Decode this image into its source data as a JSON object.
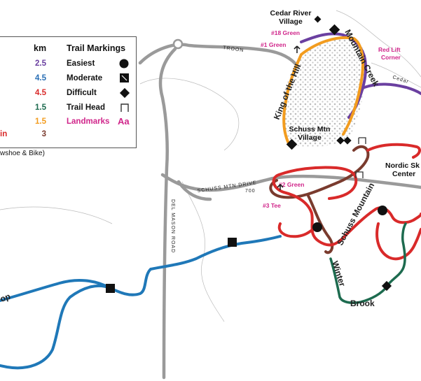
{
  "legend": {
    "km_header": "km",
    "markings_header": "Trail Markings",
    "km_values": [
      {
        "value": "2.5",
        "color": "#6a3fa0"
      },
      {
        "value": "4.5",
        "color": "#2a6fb5"
      },
      {
        "value": "4.5",
        "color": "#d92a2a"
      },
      {
        "value": "1.5",
        "color": "#1d6b4f"
      },
      {
        "value": "1.5",
        "color": "#f29c1f"
      },
      {
        "value": "3",
        "color": "#7a3b2e"
      }
    ],
    "partial_trail_name": "in",
    "markings": [
      {
        "label": "Easiest",
        "icon": "black-circle-icon"
      },
      {
        "label": "Moderate",
        "icon": "black-square-icon"
      },
      {
        "label": "Difficult",
        "icon": "black-diamond-icon"
      },
      {
        "label": "Trail Head",
        "icon": "trail-head-icon"
      },
      {
        "label": "Landmarks",
        "icon": "landmark-sample",
        "sample": "Aa"
      }
    ],
    "footnote": "wshoe & Bike)"
  },
  "roads": {
    "troon": "TROON",
    "schuss_mtn_drive": "SCHUSS  MTN  DRIVE",
    "road_number": "700",
    "del_mason_road": "DEL MASON ROAD",
    "cedar": "Cedar"
  },
  "trails": {
    "king_of_the_hill": "King of the Hill",
    "mountain_creek": "Mountain Creek",
    "schuss_mountain": "Schuss Mountain",
    "winter": "Winter",
    "brook": "Brook",
    "loop_partial": "op"
  },
  "places": {
    "cedar_river_village_line1": "Cedar River",
    "cedar_river_village_line2": "Village",
    "schuss_mtn_village_line1": "Schuss Mtn",
    "schuss_mtn_village_line2": "Village",
    "nordic_center_line1": "Nordic Sk",
    "nordic_center_line2": "Center"
  },
  "landmarks": {
    "green_18": "#18 Green",
    "green_1": "#1 Green",
    "red_lift_corner_line1": "Red Lift",
    "red_lift_corner_line2": "Corner",
    "green_2": "#2 Green",
    "tee_3": "#3 Tee"
  },
  "colors": {
    "purple": "#6a3fa0",
    "blue": "#1f78b8",
    "red": "#d92a2a",
    "green": "#1d6b4f",
    "orange": "#f29c1f",
    "brown": "#7a3b2e",
    "road": "#9a9a9a",
    "landmark_pink": "#d0258a"
  }
}
